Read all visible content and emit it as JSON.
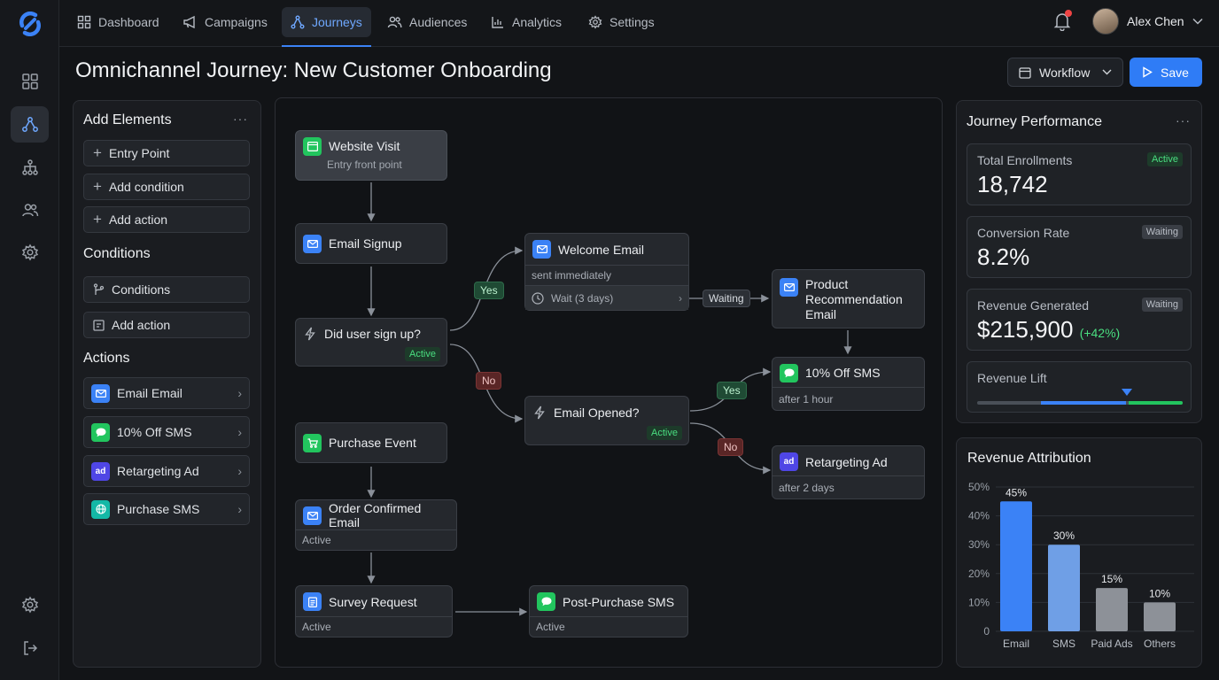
{
  "nav": {
    "items": [
      {
        "label": "Dashboard"
      },
      {
        "label": "Campaigns"
      },
      {
        "label": "Journeys"
      },
      {
        "label": "Audiences"
      },
      {
        "label": "Analytics"
      },
      {
        "label": "Settings"
      }
    ],
    "active": "Journeys"
  },
  "user": {
    "name": "Alex Chen"
  },
  "page": {
    "title": "Omnichannel Journey: New Customer Onboarding"
  },
  "toolbar": {
    "view_label": "Workflow",
    "save_label": "Save"
  },
  "add_elements": {
    "title": "Add Elements",
    "buttons": [
      "Entry Point",
      "Add condition",
      "Add action"
    ],
    "conditions_heading": "Conditions",
    "conditions_buttons": [
      "Conditions",
      "Add action"
    ],
    "actions_heading": "Actions",
    "actions": [
      {
        "label": "Email Email",
        "icon": "email-icon"
      },
      {
        "label": "10% Off SMS",
        "icon": "sms-icon"
      },
      {
        "label": "Retargeting Ad",
        "icon": "ad-icon"
      },
      {
        "label": "Purchase SMS",
        "icon": "globe-icon"
      }
    ]
  },
  "flow": {
    "website_visit": {
      "title": "Website Visit",
      "sub": "Entry front point"
    },
    "email_signup": {
      "title": "Email Signup"
    },
    "did_sign_up": {
      "title": "Did user sign up?",
      "badge": "Active"
    },
    "purchase_event": {
      "title": "Purchase Event"
    },
    "order_confirmed": {
      "title": "Order Confirmed Email",
      "foot": "Active"
    },
    "survey_request": {
      "title": "Survey Request",
      "foot": "Active"
    },
    "post_purchase": {
      "title": "Post-Purchase SMS",
      "foot": "Active"
    },
    "welcome_email": {
      "title": "Welcome Email",
      "sub": "sent immediately",
      "wait": "Wait (3 days)"
    },
    "email_opened": {
      "title": "Email Opened?",
      "badge": "Active"
    },
    "product_rec": {
      "title": "Product Recommendation Email"
    },
    "sms_offer": {
      "title": "10% Off SMS",
      "foot": "after 1 hour"
    },
    "retargeting": {
      "title": "Retargeting Ad",
      "foot": "after 2 days"
    },
    "labels": {
      "yes": "Yes",
      "no": "No",
      "waiting": "Waiting"
    }
  },
  "performance": {
    "title": "Journey Performance",
    "kpis": [
      {
        "label": "Total Enrollments",
        "value": "18,742",
        "badge": "Active"
      },
      {
        "label": "Conversion Rate",
        "value": "8.2%",
        "badge": "Waiting"
      },
      {
        "label": "Revenue Generated",
        "value": "$215,900",
        "change": "(+42%)",
        "badge": "Waiting"
      }
    ],
    "lift": {
      "label": "Revenue Lift"
    }
  },
  "attribution": {
    "title": "Revenue Attribution"
  },
  "chart_data": {
    "type": "bar",
    "title": "Revenue Attribution",
    "categories": [
      "Email",
      "SMS",
      "Paid Ads",
      "Others"
    ],
    "values": [
      45,
      30,
      15,
      10
    ],
    "data_labels": [
      "45%",
      "30%",
      "15%",
      "10%"
    ],
    "yticks": [
      "50%",
      "40%",
      "30%",
      "20%",
      "10%",
      "0"
    ],
    "ylim": [
      0,
      50
    ],
    "colors": [
      "#3b82f6",
      "#6f9fe6",
      "#8d9198",
      "#8d9198"
    ],
    "grid": true
  },
  "colors": {
    "accent": "#2f7cf6",
    "success": "#4ade80",
    "danger": "#ef4444"
  }
}
